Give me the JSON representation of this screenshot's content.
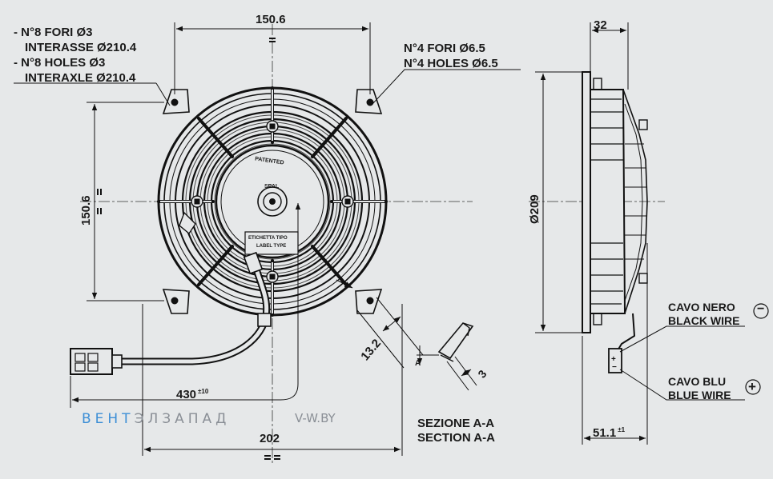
{
  "notes": {
    "holes_small_it_1": "- N°8 FORI Ø3",
    "holes_small_it_2": "INTERASSE Ø210.4",
    "holes_small_en_1": "- N°8 HOLES Ø3",
    "holes_small_en_2": "INTERAXLE Ø210.4",
    "holes_large_it": "N°4 FORI Ø6.5",
    "holes_large_en": "N°4 HOLES Ø6.5"
  },
  "dimensions": {
    "top_width": "150.6",
    "left_height": "150.6",
    "depth": "32",
    "diameter": "Ø209",
    "bracket": "13.2",
    "thickness": "3",
    "cable_length": "430",
    "cable_tol": "±10",
    "overall_width": "202",
    "side_depth": "51.1",
    "side_tol": "±1",
    "section_marker": "A"
  },
  "fan_labels": {
    "patented": "PATENTED",
    "spal": "SPAL",
    "label_type_1": "ETICHETTA TIPO",
    "label_type_2": "LABEL TYPE"
  },
  "wires": {
    "black_it": "CAVO NERO",
    "black_en": "BLACK WIRE",
    "black_symbol": "−",
    "blue_it": "CAVO BLU",
    "blue_en": "BLUE WIRE",
    "blue_symbol": "+"
  },
  "section": {
    "it": "SEZIONE A-A",
    "en": "SECTION A-A"
  },
  "watermark": {
    "blue_part": "ВЕНТ",
    "grey_part": "ЭЛЗАПАД",
    "site": "V-W.BY",
    "blue_color": "#3d8fd6",
    "grey_color": "#8a8f96"
  }
}
